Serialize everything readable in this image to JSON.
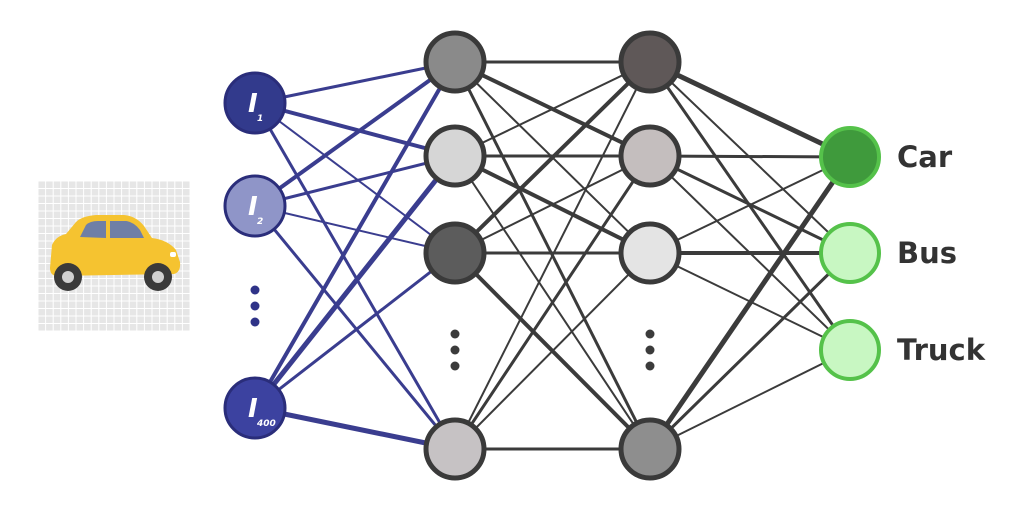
{
  "input_nodes": [
    {
      "letter": "I",
      "index": "1",
      "fill": "#323a8c"
    },
    {
      "letter": "I",
      "index": "2",
      "fill": "#8f95c8"
    },
    {
      "letter": "I",
      "index": "400",
      "fill": "#3c42a0"
    }
  ],
  "hidden_layer_1": [
    {
      "fill": "#8a8a8a"
    },
    {
      "fill": "#d6d6d6"
    },
    {
      "fill": "#5c5c5c"
    },
    {
      "fill": "#c6c2c4"
    }
  ],
  "hidden_layer_2": [
    {
      "fill": "#5f5858"
    },
    {
      "fill": "#c4bebe"
    },
    {
      "fill": "#e4e4e4"
    },
    {
      "fill": "#8e8e8e"
    }
  ],
  "output_nodes": [
    {
      "label": "Car",
      "fill": "#3f9a3c"
    },
    {
      "label": "Bus",
      "fill": "#c8f7c2"
    },
    {
      "label": "Truck",
      "fill": "#c8f7c2"
    }
  ],
  "colors": {
    "input_edge": "#3a3d8f",
    "hidden_edge": "#3b3b3b",
    "output_stroke": "#55c24a",
    "car_body": "#f5c330",
    "car_window": "#6f7fa6"
  }
}
